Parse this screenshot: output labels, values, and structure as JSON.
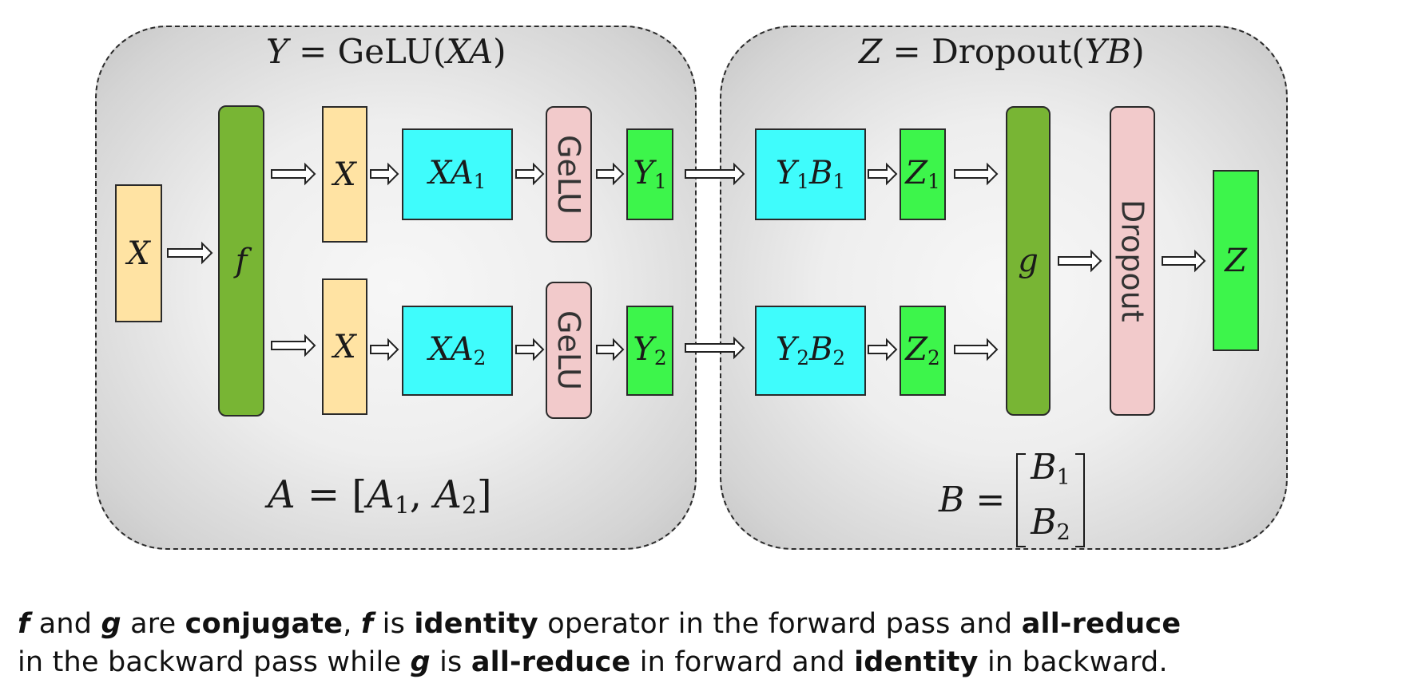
{
  "left_panel": {
    "title": {
      "lhs": "Y",
      "eq": " = ",
      "fn": "GeLU(",
      "arg": "XA",
      "close": ")"
    },
    "footer": {
      "lhs": "A",
      "eq": " = [",
      "a1": "A",
      "a1_sub": "1",
      "sep": ", ",
      "a2": "A",
      "a2_sub": "2",
      "close": "]"
    },
    "input_x": "X",
    "f_label": "f",
    "rows": [
      {
        "x": "X",
        "xa": "XA",
        "xa_sub": "1",
        "gelu": "GeLU",
        "y": "Y",
        "y_sub": "1"
      },
      {
        "x": "X",
        "xa": "XA",
        "xa_sub": "2",
        "gelu": "GeLU",
        "y": "Y",
        "y_sub": "2"
      }
    ]
  },
  "right_panel": {
    "title": {
      "lhs": "Z",
      "eq": " = ",
      "fn": "Dropout(",
      "arg": "YB",
      "close": ")"
    },
    "footer": {
      "lhs": "B",
      "eq": " = ",
      "b1": "B",
      "b1_sub": "1",
      "b2": "B",
      "b2_sub": "2"
    },
    "rows": [
      {
        "yb_y": "Y",
        "yb_y_sub": "1",
        "yb_b": "B",
        "yb_b_sub": "1",
        "z": "Z",
        "z_sub": "1"
      },
      {
        "yb_y": "Y",
        "yb_y_sub": "2",
        "yb_b": "B",
        "yb_b_sub": "2",
        "z": "Z",
        "z_sub": "2"
      }
    ],
    "g_label": "g",
    "dropout_label": "Dropout",
    "output_z": "Z"
  },
  "caption": {
    "line1": [
      {
        "t": "f",
        "s": "bi"
      },
      {
        "t": " and ",
        "s": "n"
      },
      {
        "t": "g",
        "s": "bi"
      },
      {
        "t": " are ",
        "s": "n"
      },
      {
        "t": "conjugate",
        "s": "b"
      },
      {
        "t": ", ",
        "s": "n"
      },
      {
        "t": "f",
        "s": "bi"
      },
      {
        "t": " is ",
        "s": "n"
      },
      {
        "t": "identity",
        "s": "b"
      },
      {
        "t": " operator in the forward pass and ",
        "s": "n"
      },
      {
        "t": "all-reduce",
        "s": "b"
      }
    ],
    "line2": [
      {
        "t": "in the backward pass while ",
        "s": "n"
      },
      {
        "t": "g",
        "s": "bi"
      },
      {
        "t": " is ",
        "s": "n"
      },
      {
        "t": "all-reduce",
        "s": "b"
      },
      {
        "t": " in forward and ",
        "s": "n"
      },
      {
        "t": "identity",
        "s": "b"
      },
      {
        "t": " in backward.",
        "s": "n"
      }
    ]
  },
  "colors": {
    "input_yellow": "#FFE3A3",
    "operator_green": "#78B534",
    "matmul_cyan": "#3FFCFC",
    "activation_pink": "#F2CACB",
    "output_lime": "#3DF54B"
  }
}
